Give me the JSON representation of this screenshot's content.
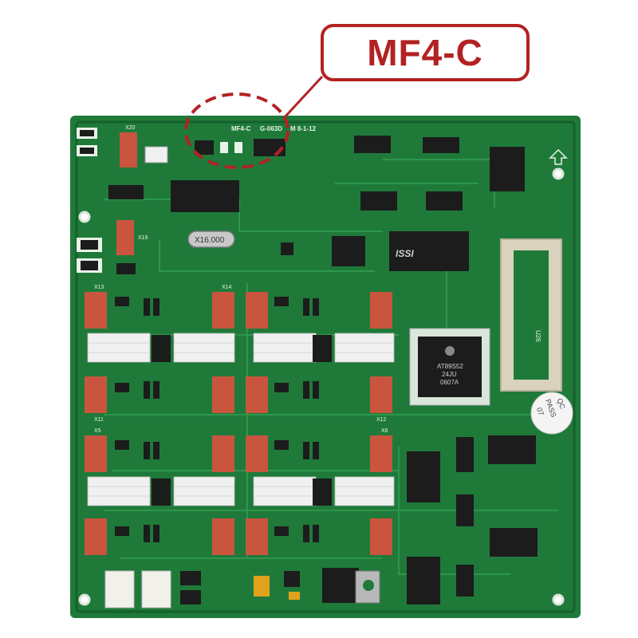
{
  "image": {
    "description_kind": "product photo of a green circuit board with a highlighted chip",
    "colors": {
      "board": "#1f7a3a",
      "board_dark": "#15602c",
      "trace": "#2f9a4e",
      "silk": "#e8f3e8",
      "chip": "#1c1c1c",
      "connector": "#c9553f",
      "highlight": "#b22222",
      "socket": "#d9d2bc"
    }
  },
  "callout": {
    "label": "MF4-C"
  },
  "silkscreen": {
    "top_part_code": "MF4-C",
    "top_board_code": "G-063D",
    "top_date": "M 8-1-12",
    "crystal": "X16.000",
    "eeprom_brand": "ISSI",
    "mcu_line1": "AT89S52",
    "mcu_line2": "24JU",
    "mcu_line3": "0607A",
    "qc_line1": "QC",
    "qc_line2": "PASS",
    "qc_line3": "07",
    "socket_label": "U26",
    "connectors": [
      "X20",
      "X19",
      "X13",
      "X14",
      "X11",
      "X12",
      "X5",
      "X6"
    ]
  }
}
